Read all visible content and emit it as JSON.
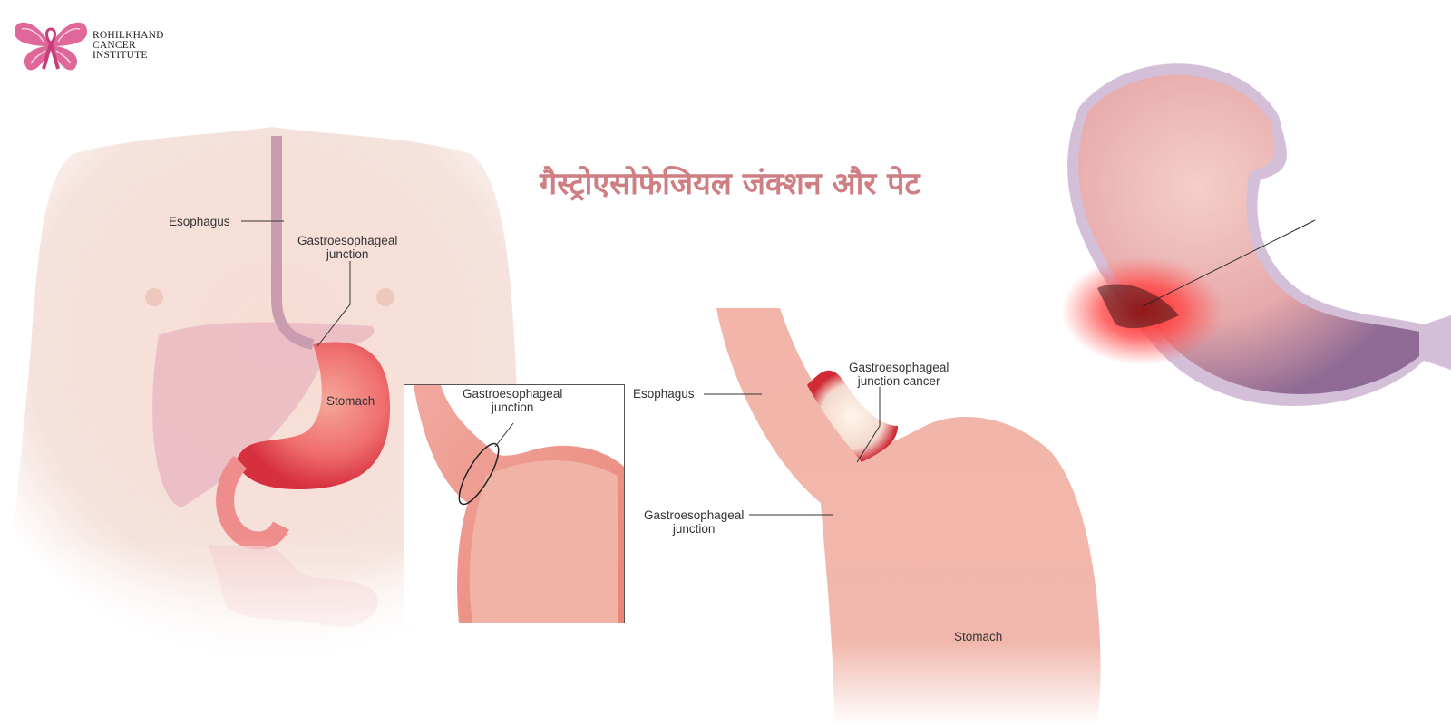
{
  "logo": {
    "icon": "butterfly-ribbon-icon",
    "lines": [
      "ROHILKHAND",
      "CANCER",
      "INSTITUTE"
    ],
    "color": "#e0679a"
  },
  "title": {
    "text": "गैस्ट्रोएसोफेजियल जंक्शन और पेट",
    "color": "#cf7f84"
  },
  "torso_diagram": {
    "labels": {
      "esophagus": "Esophagus",
      "gej_line1": "Gastroesophageal",
      "gej_line2": "junction",
      "stomach": "Stomach"
    }
  },
  "inset_diagram": {
    "labels": {
      "gej_line1": "Gastroesophageal",
      "gej_line2": "junction"
    }
  },
  "cancer_diagram": {
    "labels": {
      "esophagus": "Esophagus",
      "cancer_line1": "Gastroesophageal",
      "cancer_line2": "junction cancer",
      "gej_line1": "Gastroesophageal",
      "gej_line2": "junction",
      "stomach": "Stomach"
    }
  },
  "stomach_ulcer_diagram": {
    "pointer": "leader-line"
  }
}
